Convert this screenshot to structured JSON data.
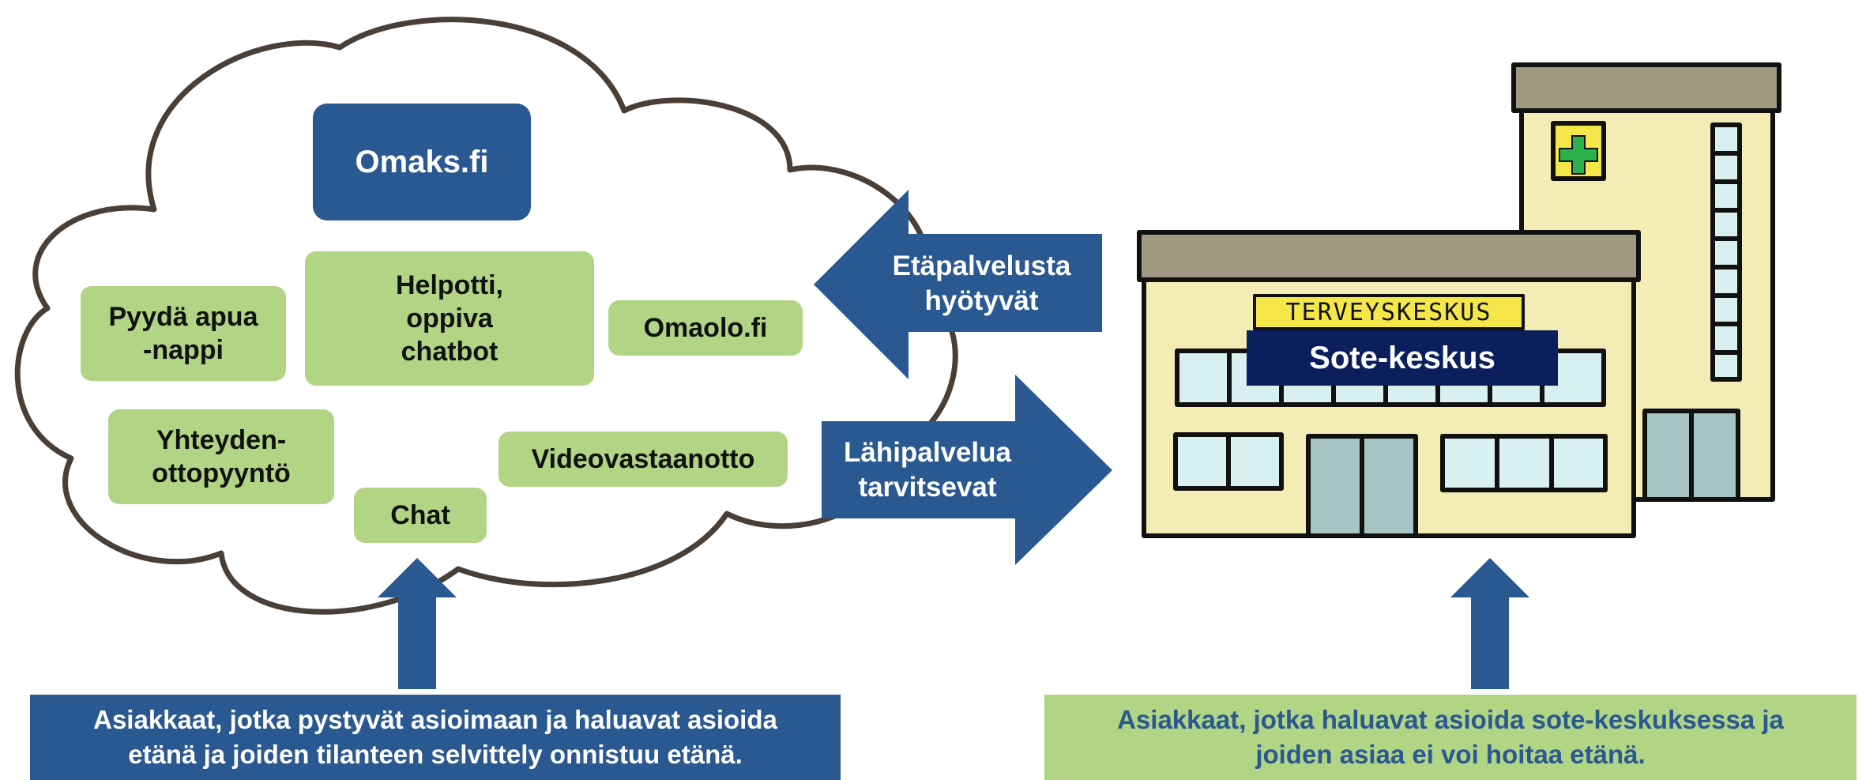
{
  "cloud": {
    "omaks": "Omaks.fi",
    "helpotti": "Helpotti,\noppiva\nchatbot",
    "pyyda": "Pyydä apua\n-nappi",
    "omaolo": "Omaolo.fi",
    "yhteyden": "Yhteyden-\nottopyyntö",
    "videovastaanotto": "Videovastaanotto",
    "chat": "Chat"
  },
  "arrows": {
    "etapalvelu": "Etäpalvelusta\nhyötyvät",
    "lahipalvelu": "Lähipalvelua\ntarvitsevat"
  },
  "building": {
    "sign": "TERVEYSKESKUS",
    "label": "Sote-keskus"
  },
  "captions": {
    "left": "Asiakkaat, jotka pystyvät asioimaan ja haluavat asioida\netänä ja joiden tilanteen selvittely onnistuu etänä.",
    "right": "Asiakkaat, jotka haluavat asioida sote-keskuksessa ja\njoiden asiaa ei voi hoitaa etänä."
  },
  "colors": {
    "blue": "#2a5891",
    "green": "#b1d485",
    "navy": "#0b1f5c",
    "building_wall": "#f3edb5",
    "roof": "#a09882",
    "window": "#d8f0f0",
    "door": "#a7c4c4",
    "cross": "#2bb24c"
  }
}
